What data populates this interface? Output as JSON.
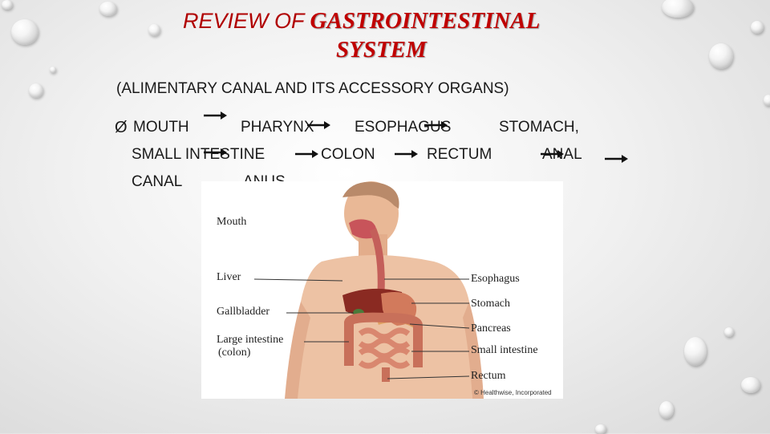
{
  "title": {
    "prefix": "REVIEW OF ",
    "main": "GASTROINTESTINAL",
    "line2": "SYSTEM"
  },
  "subtitle": "(ALIMENTARY CANAL AND ITS ACCESSORY ORGANS)",
  "bullet_symbol": "Ø",
  "sequence": {
    "mouth": "MOUTH",
    "pharynx": "PHARYNX",
    "esophagus": "ESOPHAGUS",
    "stomach": "STOMACH,",
    "small_intestine": "SMALL INTESTINE",
    "colon": "COLON",
    "rectum": "RECTUM",
    "anal": "ANAL",
    "canal": "CANAL",
    "anus": "ANUS."
  },
  "figure": {
    "labels_left": {
      "mouth": "Mouth",
      "liver": "Liver",
      "gallbladder": "Gallbladder",
      "large_intestine": "Large intestine",
      "colon": "(colon)"
    },
    "labels_right": {
      "esophagus": "Esophagus",
      "stomach": "Stomach",
      "pancreas": "Pancreas",
      "small_intestine": "Small intestine",
      "rectum": "Rectum"
    },
    "credit": "© Healthwise, Incorporated"
  },
  "colors": {
    "title_red": "#c00000",
    "text": "#1a1a1a"
  }
}
